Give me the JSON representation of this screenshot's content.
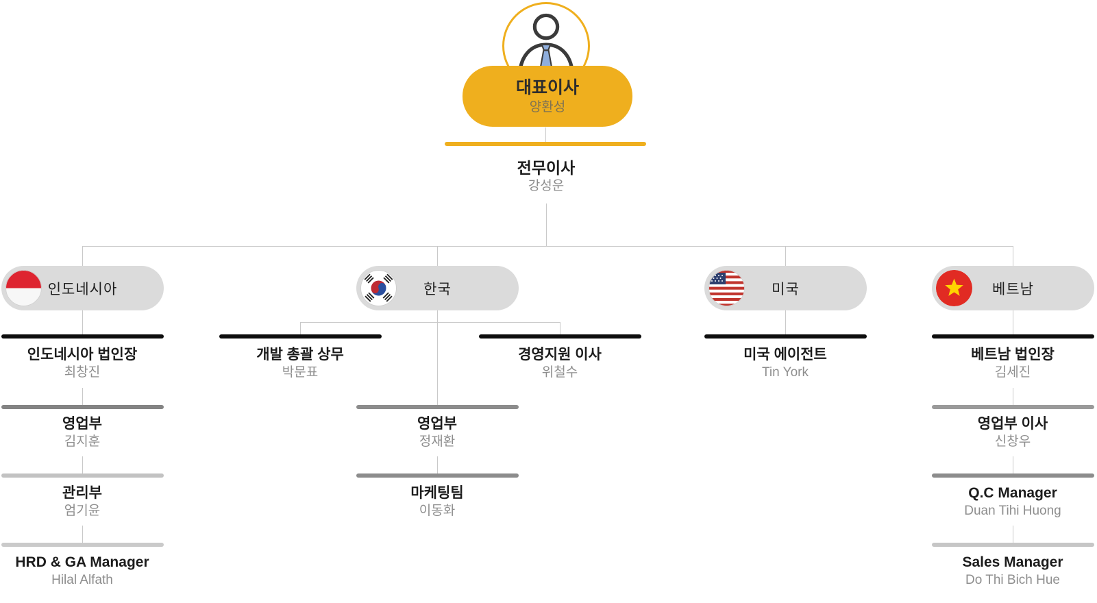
{
  "org_chart": {
    "ceo": {
      "title": "대표이사",
      "name": "양환성"
    },
    "executive_director": {
      "title": "전무이사",
      "name": "강성운"
    },
    "colors": {
      "accent_yellow": "#EFAF1E",
      "pill_gray": "#DBDBDB",
      "connector_gray": "#C9C9C9",
      "title_black": "#1C1C1C",
      "name_gray": "#8E8E8E",
      "bar_black": "#0D0D0D"
    },
    "icons": {
      "ceo": "person-icon",
      "indonesia": "indonesia-flag-icon",
      "korea": "south-korea-flag-icon",
      "usa": "usa-flag-icon",
      "vietnam": "vietnam-flag-icon"
    },
    "branches": {
      "indonesia": {
        "label": "인도네시아",
        "rows": [
          {
            "title": "인도네시아 법인장",
            "name": "최창진",
            "bar_color": "#0D0D0D"
          },
          {
            "title": "영업부",
            "name": "김지훈",
            "bar_color": "#848484"
          },
          {
            "title": "관리부",
            "name": "엄기윤",
            "bar_color": "#C2C2C2"
          },
          {
            "title": "HRD & GA Manager",
            "name": "Hilal Alfath",
            "bar_color": "#CACACA"
          }
        ]
      },
      "korea": {
        "label": "한국",
        "sub_left": {
          "title": "개발 총괄 상무",
          "name": "박문표",
          "bar_color": "#0D0D0D"
        },
        "sub_right": {
          "title": "경영지원 이사",
          "name": "위철수",
          "bar_color": "#0D0D0D"
        },
        "rows": [
          {
            "title": "영업부",
            "name": "정재환",
            "bar_color": "#8C8C8C"
          },
          {
            "title": "마케팅팀",
            "name": "이동화",
            "bar_color": "#8C8C8C"
          }
        ]
      },
      "usa": {
        "label": "미국",
        "rows": [
          {
            "title": "미국 에이전트",
            "name": "Tin York",
            "bar_color": "#0D0D0D"
          }
        ]
      },
      "vietnam": {
        "label": "베트남",
        "rows": [
          {
            "title": "베트남 법인장",
            "name": "김세진",
            "bar_color": "#0D0D0D"
          },
          {
            "title": "영업부 이사",
            "name": "신창우",
            "bar_color": "#9A9A9A"
          },
          {
            "title": "Q.C Manager",
            "name": "Duan Tihi Huong",
            "bar_color": "#8C8C8C"
          },
          {
            "title": "Sales Manager",
            "name": "Do Thi Bich Hue",
            "bar_color": "#C6C6C6"
          }
        ]
      }
    }
  }
}
